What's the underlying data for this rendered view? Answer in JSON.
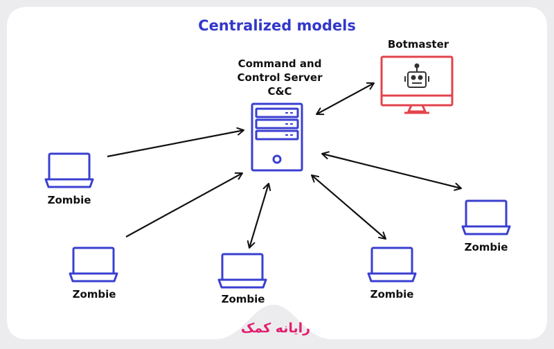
{
  "title": "Centralized models",
  "server": {
    "label_lines": [
      "Command and",
      "Control Server",
      "C&C"
    ]
  },
  "botmaster": {
    "label": "Botmaster"
  },
  "zombies": [
    {
      "label": "Zombie"
    },
    {
      "label": "Zombie"
    },
    {
      "label": "Zombie"
    },
    {
      "label": "Zombie"
    },
    {
      "label": "Zombie"
    }
  ],
  "logo": {
    "text": "رایانه کمک"
  },
  "colors": {
    "background": "#ececef",
    "panel": "#ffffff",
    "title": "#3238c9",
    "device_stroke": "#3a3fd0",
    "botmaster_stroke": "#e3434b",
    "logo": "#e21f6e",
    "arrow": "#111111"
  }
}
